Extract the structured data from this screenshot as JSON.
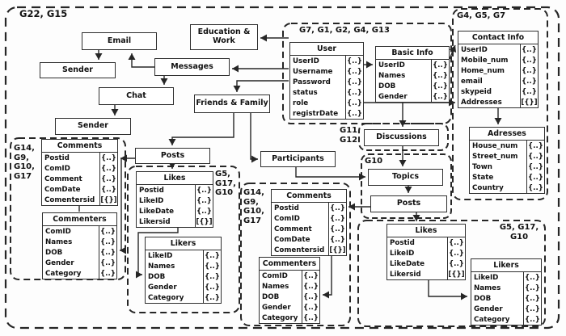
{
  "groups": {
    "outer": {
      "labels": [
        "G22, G15"
      ]
    },
    "user_group": {
      "labels": [
        "G7, G1, G2, G4, G13"
      ]
    },
    "contact_group": {
      "labels": [
        "G4, G5, G7"
      ]
    },
    "discussions_group": {
      "labels": [
        "G11",
        "G12"
      ]
    },
    "g10_group": {
      "labels": [
        "G10"
      ]
    },
    "comments_left_group": {
      "labels": [
        "G14,",
        "G9,",
        "G10,",
        "G17"
      ]
    },
    "likes_left_group": {
      "labels": [
        "G5,",
        "G17,",
        "G10"
      ]
    },
    "comments_center_group": {
      "labels": [
        "G14,",
        "G9,",
        "G10,",
        "G17"
      ]
    },
    "likes_right_group": {
      "labels": [
        "G5, G17,",
        "G10"
      ]
    }
  },
  "nodes": {
    "email": {
      "label": "Email"
    },
    "sender1": {
      "label": "Sender"
    },
    "messages": {
      "label": "Messages"
    },
    "chat": {
      "label": "Chat"
    },
    "sender2": {
      "label": "Sender"
    },
    "education_work": {
      "label": "Education & Work"
    },
    "friends_family": {
      "label": "Friends & Family"
    },
    "posts_left": {
      "label": "Posts"
    },
    "participants": {
      "label": "Participants"
    },
    "discussions": {
      "label": "Discussions"
    },
    "topics": {
      "label": "Topics"
    },
    "posts_right": {
      "label": "Posts"
    }
  },
  "entities": {
    "user": {
      "title": "User",
      "fields": [
        {
          "name": "UserID",
          "mult": "{..}"
        },
        {
          "name": "Username",
          "mult": "{..}"
        },
        {
          "name": "Password",
          "mult": "{..}"
        },
        {
          "name": "status",
          "mult": "{..}"
        },
        {
          "name": "role",
          "mult": "{..}"
        },
        {
          "name": "registrDate",
          "mult": "{..}"
        }
      ]
    },
    "basic_info": {
      "title": "Basic Info",
      "fields": [
        {
          "name": "UserID",
          "mult": "{..}"
        },
        {
          "name": "Names",
          "mult": "{..}"
        },
        {
          "name": "DOB",
          "mult": "{..}"
        },
        {
          "name": "Gender",
          "mult": "{..}"
        }
      ]
    },
    "contact_info": {
      "title": "Contact Info",
      "fields": [
        {
          "name": "UserID",
          "mult": "{..}"
        },
        {
          "name": "Mobile_num",
          "mult": "{..}"
        },
        {
          "name": "Home_num",
          "mult": "{..}"
        },
        {
          "name": "email",
          "mult": "{..}"
        },
        {
          "name": "skypeid",
          "mult": "{..}"
        },
        {
          "name": "Addresses",
          "mult": "[{}]"
        }
      ]
    },
    "addresses": {
      "title": "Adresses",
      "fields": [
        {
          "name": "House_num",
          "mult": "{..}"
        },
        {
          "name": "Street_num",
          "mult": "{..}"
        },
        {
          "name": "Town",
          "mult": "{..}"
        },
        {
          "name": "State",
          "mult": "{..}"
        },
        {
          "name": "Country",
          "mult": "{..}"
        }
      ]
    },
    "comments_left": {
      "title": "Comments",
      "fields": [
        {
          "name": "Postid",
          "mult": "{..}"
        },
        {
          "name": "ComID",
          "mult": "{..}"
        },
        {
          "name": "Comment",
          "mult": "{..}"
        },
        {
          "name": "ComDate",
          "mult": "{..}"
        },
        {
          "name": "Comentersid",
          "mult": "[{}]"
        }
      ]
    },
    "commenters_left": {
      "title": "Commenters",
      "fields": [
        {
          "name": "ComID",
          "mult": "{..}"
        },
        {
          "name": "Names",
          "mult": "{..}"
        },
        {
          "name": "DOB",
          "mult": "{..}"
        },
        {
          "name": "Gender",
          "mult": "{..}"
        },
        {
          "name": "Category",
          "mult": "{..}"
        }
      ]
    },
    "likes_left": {
      "title": "Likes",
      "fields": [
        {
          "name": "Postid",
          "mult": "{..}"
        },
        {
          "name": "LikeID",
          "mult": "{..}"
        },
        {
          "name": "LikeDate",
          "mult": "{..}"
        },
        {
          "name": "Likersid",
          "mult": "[{}]"
        }
      ]
    },
    "likers_left": {
      "title": "Likers",
      "fields": [
        {
          "name": "LikeID",
          "mult": "{..}"
        },
        {
          "name": "Names",
          "mult": "{..}"
        },
        {
          "name": "DOB",
          "mult": "{..}"
        },
        {
          "name": "Gender",
          "mult": "{..}"
        },
        {
          "name": "Category",
          "mult": "{..}"
        }
      ]
    },
    "comments_center": {
      "title": "Comments",
      "fields": [
        {
          "name": "Postid",
          "mult": "{..}"
        },
        {
          "name": "ComID",
          "mult": "{..}"
        },
        {
          "name": "Comment",
          "mult": "{..}"
        },
        {
          "name": "ComDate",
          "mult": "{..}"
        },
        {
          "name": "Comentersid",
          "mult": "[{}]"
        }
      ]
    },
    "commenters_center": {
      "title": "Commenters",
      "fields": [
        {
          "name": "ComID",
          "mult": "{..}"
        },
        {
          "name": "Names",
          "mult": "{..}"
        },
        {
          "name": "DOB",
          "mult": "{..}"
        },
        {
          "name": "Gender",
          "mult": "{..}"
        },
        {
          "name": "Category",
          "mult": "{..}"
        }
      ]
    },
    "likes_right": {
      "title": "Likes",
      "fields": [
        {
          "name": "Postid",
          "mult": "{..}"
        },
        {
          "name": "LikeID",
          "mult": "{..}"
        },
        {
          "name": "LikeDate",
          "mult": "{..}"
        },
        {
          "name": "Likersid",
          "mult": "[{}]"
        }
      ]
    },
    "likers_right": {
      "title": "Likers",
      "fields": [
        {
          "name": "LikeID",
          "mult": "{..}"
        },
        {
          "name": "Names",
          "mult": "{..}"
        },
        {
          "name": "DOB",
          "mult": "{..}"
        },
        {
          "name": "Gender",
          "mult": "{..}"
        },
        {
          "name": "Category",
          "mult": "{..}"
        }
      ]
    }
  },
  "edges": [
    {
      "from": "email",
      "to": "sender1"
    },
    {
      "from": "messages",
      "to": "email"
    },
    {
      "from": "messages",
      "to": "chat"
    },
    {
      "from": "chat",
      "to": "sender2"
    },
    {
      "from": "user",
      "to": "messages"
    },
    {
      "from": "user",
      "to": "education_work"
    },
    {
      "from": "user",
      "to": "friends_family"
    },
    {
      "from": "friends_family",
      "to": "posts_left"
    },
    {
      "from": "friends_family",
      "to": "participants"
    },
    {
      "from": "participants",
      "to": "topics"
    },
    {
      "from": "user",
      "to": "basic_info"
    },
    {
      "from": "basic_info",
      "to": "contact_info"
    },
    {
      "from": "user",
      "to": "contact_info"
    },
    {
      "from": "contact_info",
      "to": "addresses"
    },
    {
      "from": "basic_info",
      "to": "discussions"
    },
    {
      "from": "discussions",
      "to": "topics"
    },
    {
      "from": "topics",
      "to": "posts_right"
    },
    {
      "from": "posts_right",
      "to": "likes_right"
    },
    {
      "from": "posts_right",
      "to": "comments_center"
    },
    {
      "from": "posts_left",
      "to": "comments_left"
    },
    {
      "from": "posts_left",
      "to": "likes_left"
    },
    {
      "from": "likes_left",
      "to": "likers_left"
    },
    {
      "from": "comments_left",
      "to": "commenters_left"
    },
    {
      "from": "comments_left",
      "to": "commenters_left"
    },
    {
      "from": "comments_center",
      "to": "commenters_center"
    },
    {
      "from": "likes_right",
      "to": "likers_right"
    }
  ]
}
